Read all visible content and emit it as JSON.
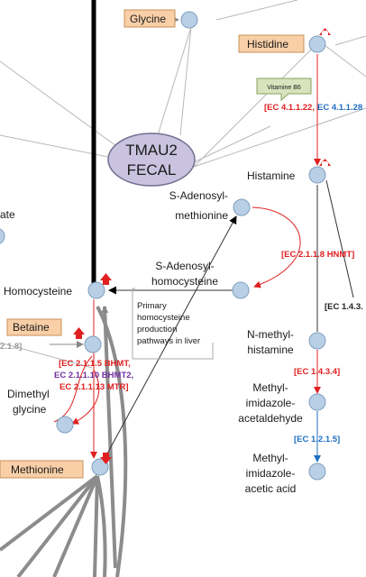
{
  "colors": {
    "node_fill": "#b9cfe6",
    "node_stroke": "#7f9fbe",
    "box_fill": "#f9cfa8",
    "box_stroke": "#c8925a",
    "red": "#e02020",
    "blue": "#1f6fc4",
    "purple": "#7030a0",
    "grey_label": "#9a9a9a",
    "tmau_fill": "#c9c3e0",
    "tmau_stroke": "#6f6f8f",
    "vitamin_fill": "#d7e4bd",
    "vitamin_stroke": "#8aa060"
  },
  "nodes": {
    "glycine": "Glycine",
    "histidine": "Histidine",
    "histamine": "Histamine",
    "sam_l1": "S-Adenosyl-",
    "sam_l2": "methionine",
    "sah_l1": "S-Adenosyl-",
    "sah_l2": "homocysteine",
    "homocysteine": "Homocysteine",
    "betaine": "Betaine",
    "dmg_l1": "Dimethyl",
    "dmg_l2": "glycine",
    "methionine": "Methionine",
    "nmh_l1": "N-methyl-",
    "nmh_l2": "histamine",
    "mia_l1": "Methyl-",
    "mia_l2": "imidazole-",
    "mia_l3": "acetaldehyde",
    "miaa_l1": "Methyl-",
    "miaa_l2": "imidazole-",
    "miaa_l3": "acetic acid",
    "partial_ate": "ate"
  },
  "tmau": {
    "line1": "TMAU2",
    "line2": "FECAL"
  },
  "vitamin": "Vitamine B6",
  "ec": {
    "hdc_a": "[EC 4.1.1.22,",
    "hdc_b": "EC 4.1.1.28",
    "hnmt": "[EC 2.1.1.8 HNMT]",
    "bhmt": "[EC 2.1.1.5 BHMT,",
    "bhmt2": "EC 2.1.1.10 BHMT2,",
    "mtr": "EC 2.1.1.13 MTR]",
    "mao": "[EC 1.4.3.4]",
    "aldh": "[EC 1.2.1.5]",
    "right_partial": "[EC 1.4.3.",
    "left_partial": "2.1.8]"
  },
  "note": {
    "l1": "Primary",
    "l2": "homocysteine",
    "l3": "production",
    "l4": "pathways in liver"
  }
}
